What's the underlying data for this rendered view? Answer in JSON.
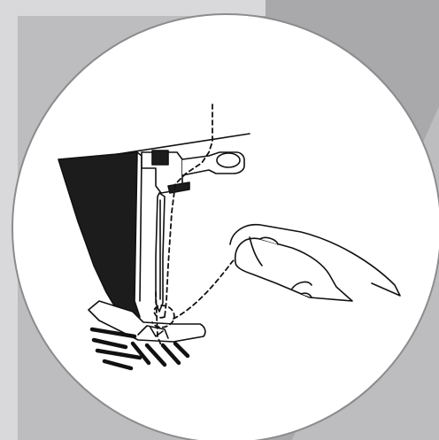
{
  "illustration": {
    "subject": "sewing-machine-needle-threading",
    "elements": [
      "presser-foot",
      "needle",
      "needle-clamp",
      "thread-guide",
      "thread-path",
      "fabric",
      "feed-dogs",
      "fingers-holding-thread"
    ]
  },
  "colors": {
    "background_gray": "#bdbdbf",
    "panel_gray": "#a9a9ab",
    "light_panel": "#dcdcde",
    "circle_fill": "#ffffff",
    "circle_border": "#8a8a8c",
    "line_art": "#111111",
    "fabric_fill": "#1c1c1c"
  }
}
